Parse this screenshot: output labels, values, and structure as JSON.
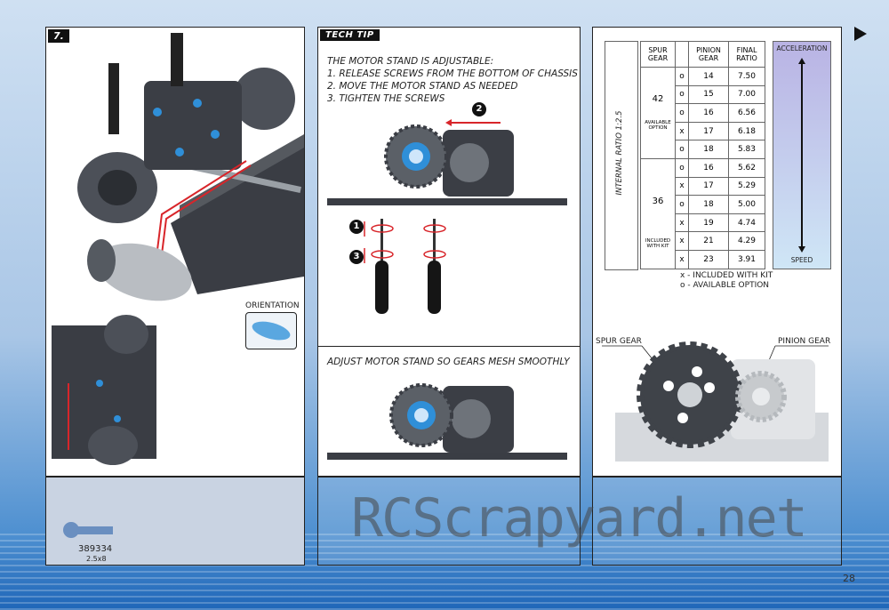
{
  "step": {
    "number": "7.",
    "orientation_label": "ORIENTATION",
    "part_number": "389334",
    "part_size": "2.5x8"
  },
  "tech_tip": {
    "badge": "TECH TIP",
    "lines": [
      "THE MOTOR STAND IS ADJUSTABLE:",
      "1. RELEASE SCREWS FROM THE BOTTOM OF CHASSIS",
      "2. MOVE THE MOTOR STAND AS NEEDED",
      "3. TIGHTEN THE SCREWS"
    ],
    "callouts": [
      "2",
      "1",
      "3"
    ],
    "adjust_caption": "ADJUST MOTOR STAND SO GEARS MESH SMOOTHLY"
  },
  "gear_table": {
    "side_label": "INTERNAL RATIO 1:2.5",
    "headers": {
      "spur": "SPUR GEAR",
      "pinion": "PINION GEAR",
      "final": "FINAL RATIO"
    },
    "groups": [
      {
        "spur": "42",
        "note": "AVAILABLE OPTION",
        "rows": [
          [
            "o",
            "14",
            "7.50"
          ],
          [
            "o",
            "15",
            "7.00"
          ],
          [
            "o",
            "16",
            "6.56"
          ],
          [
            "x",
            "17",
            "6.18"
          ],
          [
            "o",
            "18",
            "5.83"
          ]
        ]
      },
      {
        "spur": "36",
        "note": "INCLUDED WITH KIT",
        "rows": [
          [
            "o",
            "16",
            "5.62"
          ],
          [
            "x",
            "17",
            "5.29"
          ],
          [
            "o",
            "18",
            "5.00"
          ],
          [
            "x",
            "19",
            "4.74"
          ],
          [
            "x",
            "21",
            "4.29"
          ],
          [
            "x",
            "23",
            "3.91"
          ]
        ]
      }
    ],
    "scale_top": "ACCELERATION",
    "scale_bottom": "SPEED",
    "legend": [
      "x - INCLUDED WITH KIT",
      "o - AVAILABLE OPTION"
    ]
  },
  "gear_labels": {
    "spur": "SPUR GEAR",
    "pinion": "PINION GEAR"
  },
  "watermark": "RCScrapyard.net",
  "page_number": "28",
  "colors": {
    "accent_red": "#d8252a",
    "blue_part": "#2f8fd8",
    "panel_footer": "#c9d3e2"
  }
}
